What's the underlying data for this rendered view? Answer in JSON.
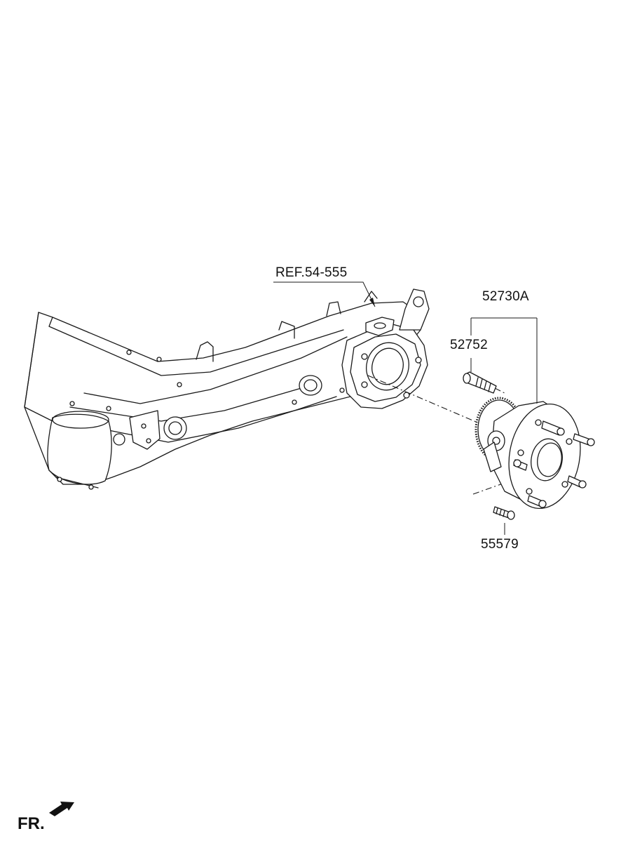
{
  "labels": {
    "ref": "REF.54-555",
    "assembly": "52730A",
    "hub_bolt": "52752",
    "mount_bolt": "55579",
    "front_indicator": "FR."
  },
  "icons": {
    "front_arrow": "front-direction-arrow-icon"
  }
}
